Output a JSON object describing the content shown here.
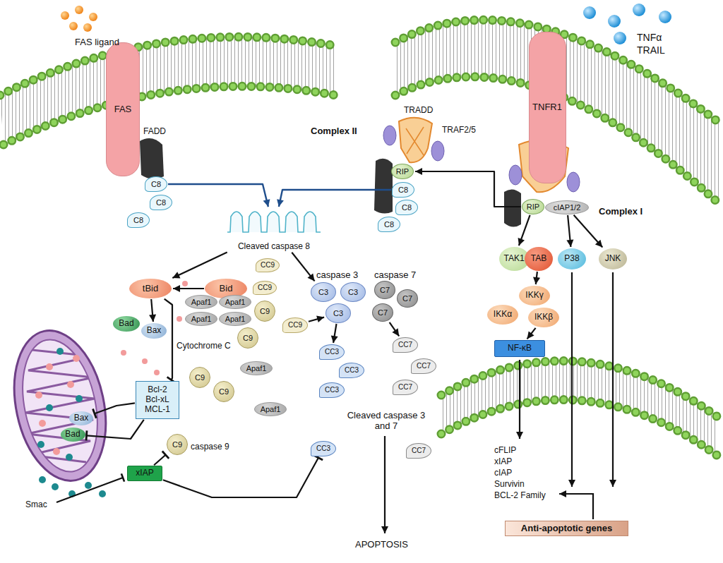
{
  "diagram": {
    "nodes": [
      {
        "text": [
          "FAS"
        ]
      },
      {
        "text": [
          "C8"
        ]
      },
      {
        "text": [
          "C8"
        ]
      },
      {
        "text": [
          "C8"
        ]
      },
      {
        "text": [
          "TNFR1"
        ]
      },
      {
        "text": [
          "RIP"
        ]
      },
      {
        "text": [
          "C8"
        ]
      },
      {
        "text": [
          "C8"
        ]
      },
      {
        "text": [
          "C8"
        ]
      },
      {
        "text": [
          "RIP"
        ]
      },
      {
        "text": [
          "cIAP1/2"
        ]
      },
      {
        "text": [
          "Cleaved caspase 8"
        ]
      },
      {
        "text": [
          "tBid"
        ]
      },
      {
        "text": [
          "Bid"
        ]
      },
      {
        "text": [
          "Bad"
        ]
      },
      {
        "text": [
          "Bax"
        ]
      },
      {
        "text": [
          "Bax"
        ]
      },
      {
        "text": [
          "Bad"
        ]
      },
      {
        "text": [
          "Bcl-2",
          "Bcl-xL",
          "MCL-1"
        ]
      },
      {
        "text": [
          "CC9"
        ]
      },
      {
        "text": [
          "CC9"
        ]
      },
      {
        "text": [
          "CC9"
        ]
      },
      {
        "text": [
          "Apaf1"
        ]
      },
      {
        "text": [
          "Apaf1"
        ]
      },
      {
        "text": [
          "Apaf1"
        ]
      },
      {
        "text": [
          "Apaf1"
        ]
      },
      {
        "text": [
          "C9"
        ]
      },
      {
        "text": [
          "C9"
        ]
      },
      {
        "text": [
          "C3"
        ]
      },
      {
        "text": [
          "C3"
        ]
      },
      {
        "text": [
          "C3"
        ]
      },
      {
        "text": [
          "C7"
        ]
      },
      {
        "text": [
          "C7"
        ]
      },
      {
        "text": [
          "C7"
        ]
      },
      {
        "text": [
          "CC3"
        ]
      },
      {
        "text": [
          "CC3"
        ]
      },
      {
        "text": [
          "CC3"
        ]
      },
      {
        "text": [
          "CC7"
        ]
      },
      {
        "text": [
          "CC7"
        ]
      },
      {
        "text": [
          "CC7"
        ]
      },
      {
        "text": [
          "C9"
        ]
      },
      {
        "text": [
          "C9"
        ]
      },
      {
        "text": [
          "Apaf1"
        ]
      },
      {
        "text": [
          "Apaf1"
        ]
      },
      {
        "text": [
          "C9"
        ]
      },
      {
        "text": [
          "xIAP"
        ]
      },
      {
        "text": [
          "CC3"
        ]
      },
      {
        "text": [
          "CC7"
        ]
      },
      {
        "text": [
          "TAK1"
        ]
      },
      {
        "text": [
          "TAB"
        ]
      },
      {
        "text": [
          "P38"
        ]
      },
      {
        "text": [
          "JNK"
        ]
      },
      {
        "text": [
          "IKKγ"
        ]
      },
      {
        "text": [
          "IKKα"
        ]
      },
      {
        "text": [
          "IKKβ"
        ]
      },
      {
        "text": [
          "NF-κB"
        ]
      },
      {
        "text": [
          "Anti-apoptotic genes"
        ]
      }
    ],
    "edges": [
      {
        "from": 1,
        "to": 11,
        "arrow": "to"
      },
      {
        "from": 6,
        "to": 11,
        "arrow": "to"
      },
      {
        "from": 9,
        "to": 5,
        "arrow": "to"
      },
      {
        "from": 11,
        "to": 12,
        "arrow": "to"
      },
      {
        "from": 13,
        "to": 12,
        "arrow": "to"
      },
      {
        "from": 11,
        "to": 28,
        "arrow": "to"
      },
      {
        "from": 12,
        "to": 15,
        "arrow": "to"
      },
      {
        "from": 12,
        "to": 18,
        "arrow": "to"
      },
      {
        "from": 18,
        "to": 16,
        "arrow": "to"
      },
      {
        "from": 18,
        "to": 17,
        "arrow": "to"
      },
      {
        "from": 21,
        "to": 30,
        "arrow": "to"
      },
      {
        "from": 30,
        "to": 34,
        "arrow": "to"
      },
      {
        "from": 33,
        "to": 37,
        "arrow": "to"
      },
      {
        "from": 45,
        "to": 44,
        "arrow": "to"
      },
      {
        "from": 45,
        "to": 46,
        "arrow": "to"
      },
      {
        "from": 9,
        "to": 48,
        "arrow": "to"
      },
      {
        "from": 10,
        "to": 50,
        "arrow": "to"
      },
      {
        "from": 10,
        "to": 51,
        "arrow": "to"
      },
      {
        "from": 49,
        "to": 52,
        "arrow": "to"
      },
      {
        "from": 54,
        "to": 55,
        "arrow": "to"
      }
    ],
    "labels": [
      "FAS ligand",
      "FADD",
      "TNFα",
      "TRAIL",
      "Complex II",
      "TRADD",
      "TRAF2/5",
      "Complex I",
      "Cytochrome C",
      "caspase 3",
      "caspase 7",
      "caspase 9",
      "Smac",
      "Cleaved caspase 3 and 7",
      "APOPTOSIS",
      "cFLIP",
      "xIAP",
      "cIAP",
      "Survivin",
      "BCL-2 Family"
    ]
  }
}
